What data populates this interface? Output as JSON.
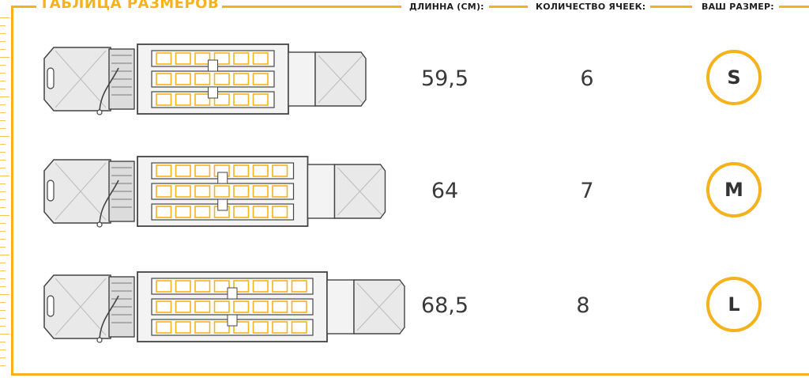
{
  "header": {
    "title": "ТАБЛИЦА РАЗМЕРОВ",
    "col_length": "ДЛИННА (СМ):",
    "col_cells": "КОЛИЧЕСТВО ЯЧЕЕК:",
    "col_size": "ВАШ РАЗМЕР:"
  },
  "rows": [
    {
      "length": "59,5",
      "cells": "6",
      "cells_count": 6,
      "size": "S"
    },
    {
      "length": "64",
      "cells": "7",
      "cells_count": 7,
      "size": "M"
    },
    {
      "length": "68,5",
      "cells": "8",
      "cells_count": 8,
      "size": "L"
    }
  ],
  "colors": {
    "accent": "#f6b21c",
    "outline": "#444444",
    "panel": "#e9e9e9",
    "text": "#3a3a3a"
  }
}
